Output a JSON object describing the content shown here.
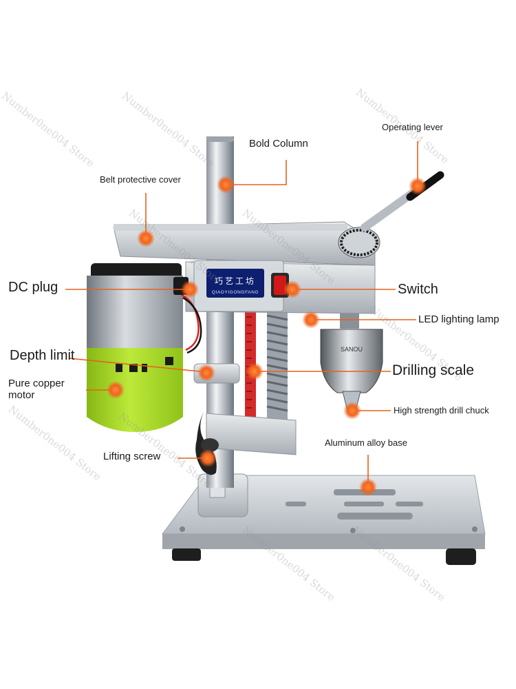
{
  "watermark": "Number0ne004 Store",
  "brand": {
    "chinese": "巧艺工坊",
    "latin": "QIAOYIGONGFANG"
  },
  "chuck_marking": "SANOU",
  "labels": {
    "bold_column": "Bold Column",
    "operating_lever": "Operating lever",
    "belt_cover": "Belt protective cover",
    "dc_plug": "DC plug",
    "switch": "Switch",
    "led_lamp": "LED lighting lamp",
    "depth_limit": "Depth limit",
    "drilling_scale": "Drilling scale",
    "motor_line1": "Pure copper",
    "motor_line2": "motor",
    "drill_chuck": "High strength drill chuck",
    "base": "Aluminum alloy base",
    "lifting_screw": "Lifting screw"
  },
  "colors": {
    "marker": "#f0641e",
    "motor_green": "#a6d81e",
    "column": "#b9bfc6",
    "base": "#c9ced4",
    "rack": "#d42a2a"
  }
}
